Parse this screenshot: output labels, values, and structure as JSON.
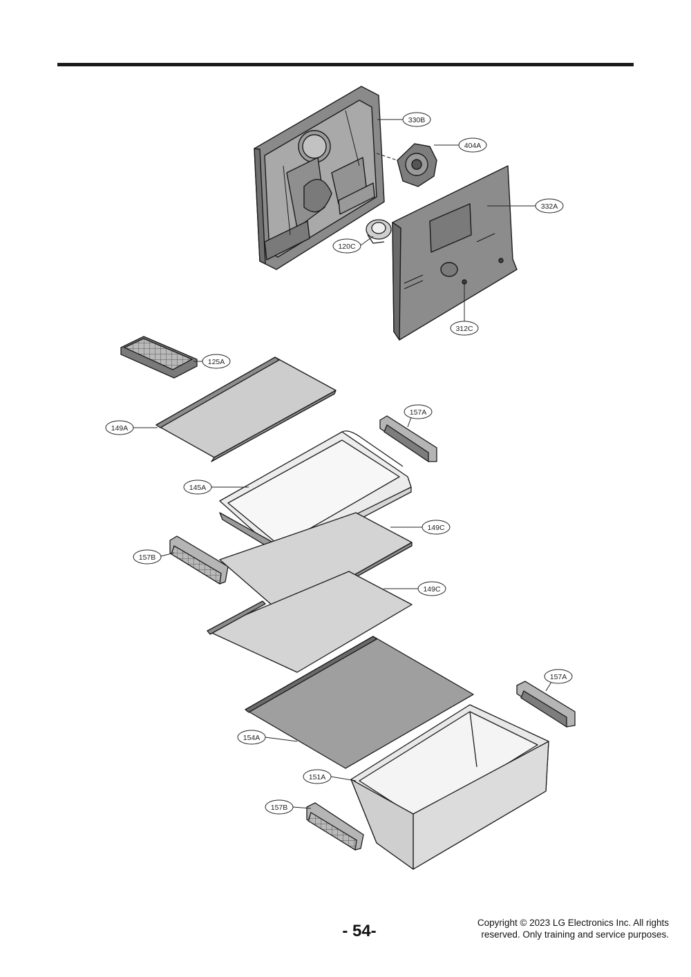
{
  "callouts": [
    {
      "id": "330B",
      "label": "330B"
    },
    {
      "id": "404A",
      "label": "404A"
    },
    {
      "id": "332A",
      "label": "332A"
    },
    {
      "id": "120C",
      "label": "120C"
    },
    {
      "id": "312C",
      "label": "312C"
    },
    {
      "id": "125A",
      "label": "125A"
    },
    {
      "id": "149A",
      "label": "149A"
    },
    {
      "id": "157A-upper",
      "label": "157A"
    },
    {
      "id": "145A",
      "label": "145A"
    },
    {
      "id": "149C-upper",
      "label": "149C"
    },
    {
      "id": "157B-upper",
      "label": "157B"
    },
    {
      "id": "149C-lower",
      "label": "149C"
    },
    {
      "id": "157A-lower",
      "label": "157A"
    },
    {
      "id": "154A",
      "label": "154A"
    },
    {
      "id": "151A",
      "label": "151A"
    },
    {
      "id": "157B-lower",
      "label": "157B"
    }
  ],
  "footer": {
    "page_number": "- 54-",
    "copyright_line1": "Copyright © 2023 LG Electronics Inc. All rights",
    "copyright_line2": "reserved. Only training and service purposes."
  }
}
